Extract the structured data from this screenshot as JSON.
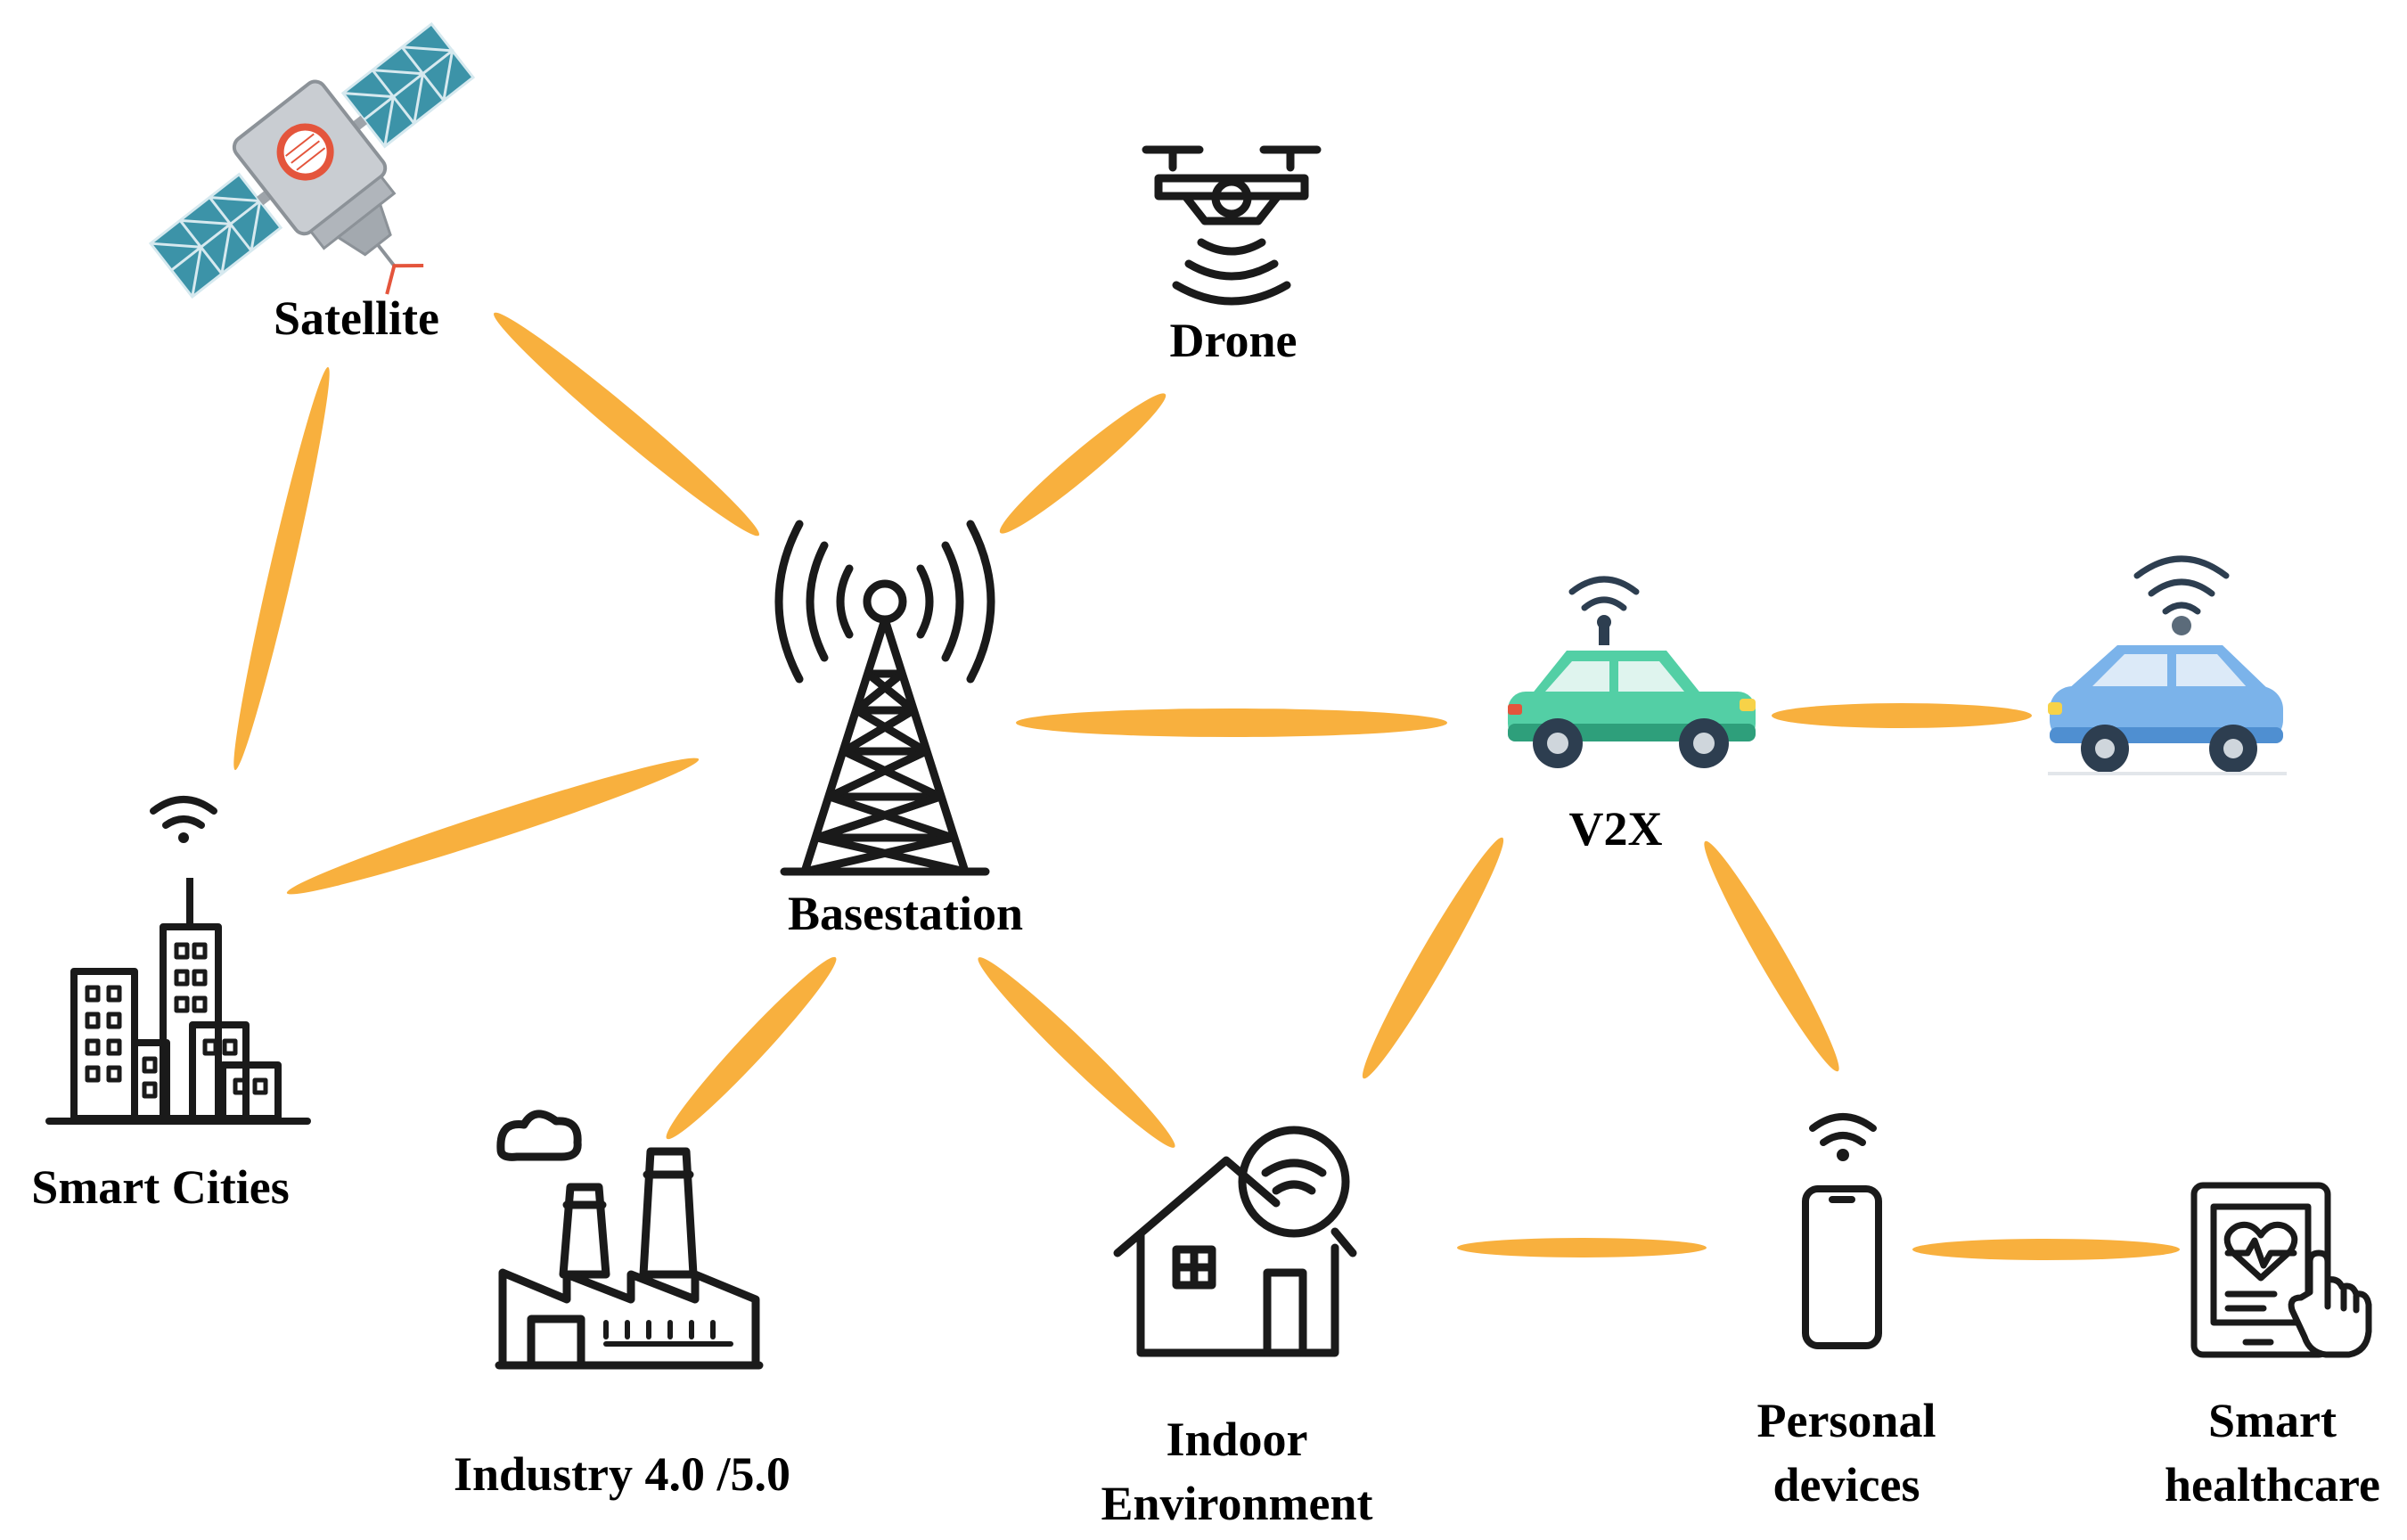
{
  "colors": {
    "link": "#F8B03E",
    "ink": "#1a1a1a",
    "car_green": "#53CFA5",
    "car_green_dark": "#2E9F7B",
    "car_blue": "#7BB3EA",
    "car_blue_dark": "#4F8FD1",
    "satellite_panel": "#3C93A8",
    "satellite_body": "#C9CDD2",
    "satellite_accent": "#E4553C"
  },
  "nodes": {
    "satellite": {
      "label": "Satellite",
      "icon": "satellite-icon"
    },
    "drone": {
      "label": "Drone",
      "icon": "drone-icon"
    },
    "basestation": {
      "label": "Basestation",
      "icon": "antenna-tower-icon"
    },
    "v2x": {
      "label": "V2X",
      "icon": "connected-car-icon"
    },
    "car2": {
      "icon": "connected-car-icon"
    },
    "smart_cities": {
      "label": "Smart Cities",
      "icon": "city-buildings-icon"
    },
    "industry": {
      "label": "Industry 4.0 /5.0",
      "icon": "factory-icon"
    },
    "indoor": {
      "label_line1": "Indoor",
      "label_line2": "Environment",
      "icon": "smart-home-icon"
    },
    "personal": {
      "label_line1": "Personal",
      "label_line2": "devices",
      "icon": "smartphone-icon"
    },
    "healthcare": {
      "label_line1": "Smart",
      "label_line2": "healthcare",
      "icon": "health-tablet-icon"
    }
  },
  "links": [
    {
      "from": "satellite",
      "to": "smart_cities"
    },
    {
      "from": "satellite",
      "to": "basestation"
    },
    {
      "from": "drone",
      "to": "basestation"
    },
    {
      "from": "smart_cities",
      "to": "basestation"
    },
    {
      "from": "basestation",
      "to": "v2x"
    },
    {
      "from": "v2x",
      "to": "car2"
    },
    {
      "from": "basestation",
      "to": "industry"
    },
    {
      "from": "basestation",
      "to": "indoor"
    },
    {
      "from": "v2x",
      "to": "indoor"
    },
    {
      "from": "v2x",
      "to": "personal"
    },
    {
      "from": "indoor",
      "to": "personal"
    },
    {
      "from": "personal",
      "to": "healthcare"
    }
  ]
}
